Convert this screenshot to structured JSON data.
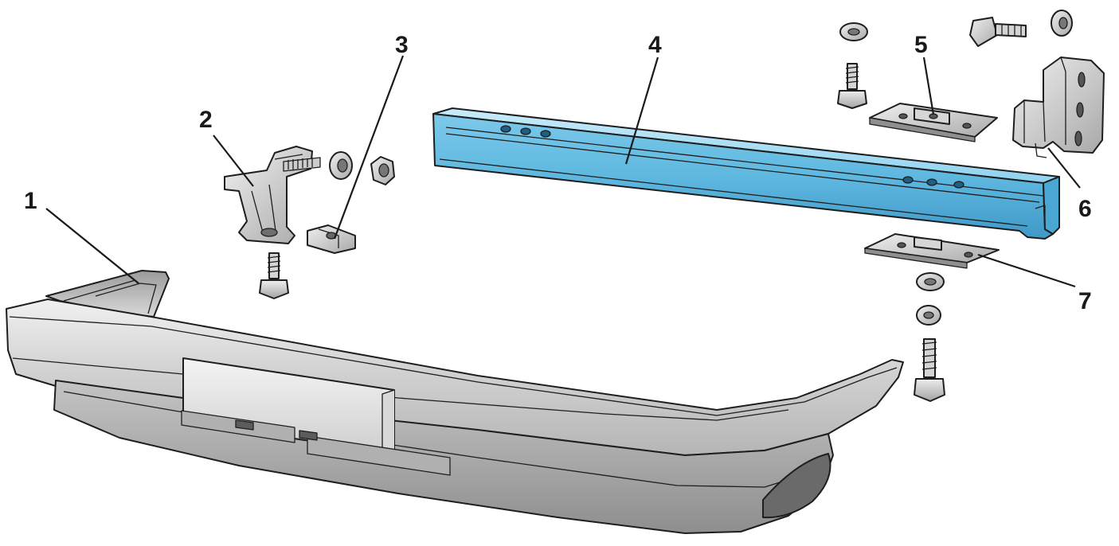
{
  "diagram": {
    "callouts": [
      {
        "id": "1",
        "label": "1"
      },
      {
        "id": "2",
        "label": "2"
      },
      {
        "id": "3",
        "label": "3"
      },
      {
        "id": "4",
        "label": "4"
      },
      {
        "id": "5",
        "label": "5"
      },
      {
        "id": "6",
        "label": "6"
      },
      {
        "id": "7",
        "label": "7"
      }
    ],
    "colors": {
      "background": "#ffffff",
      "bumper_light": "#e4e4e4",
      "bumper_mid": "#c6c6c6",
      "bumper_dark": "#8e8e8e",
      "beam_light": "#a9ddf3",
      "beam_mid": "#5fb8e0",
      "beam_dark": "#2f86b5",
      "metal_light": "#e2e2e2",
      "metal_dark": "#9a9a9a",
      "outline": "#1e1e1e"
    }
  }
}
